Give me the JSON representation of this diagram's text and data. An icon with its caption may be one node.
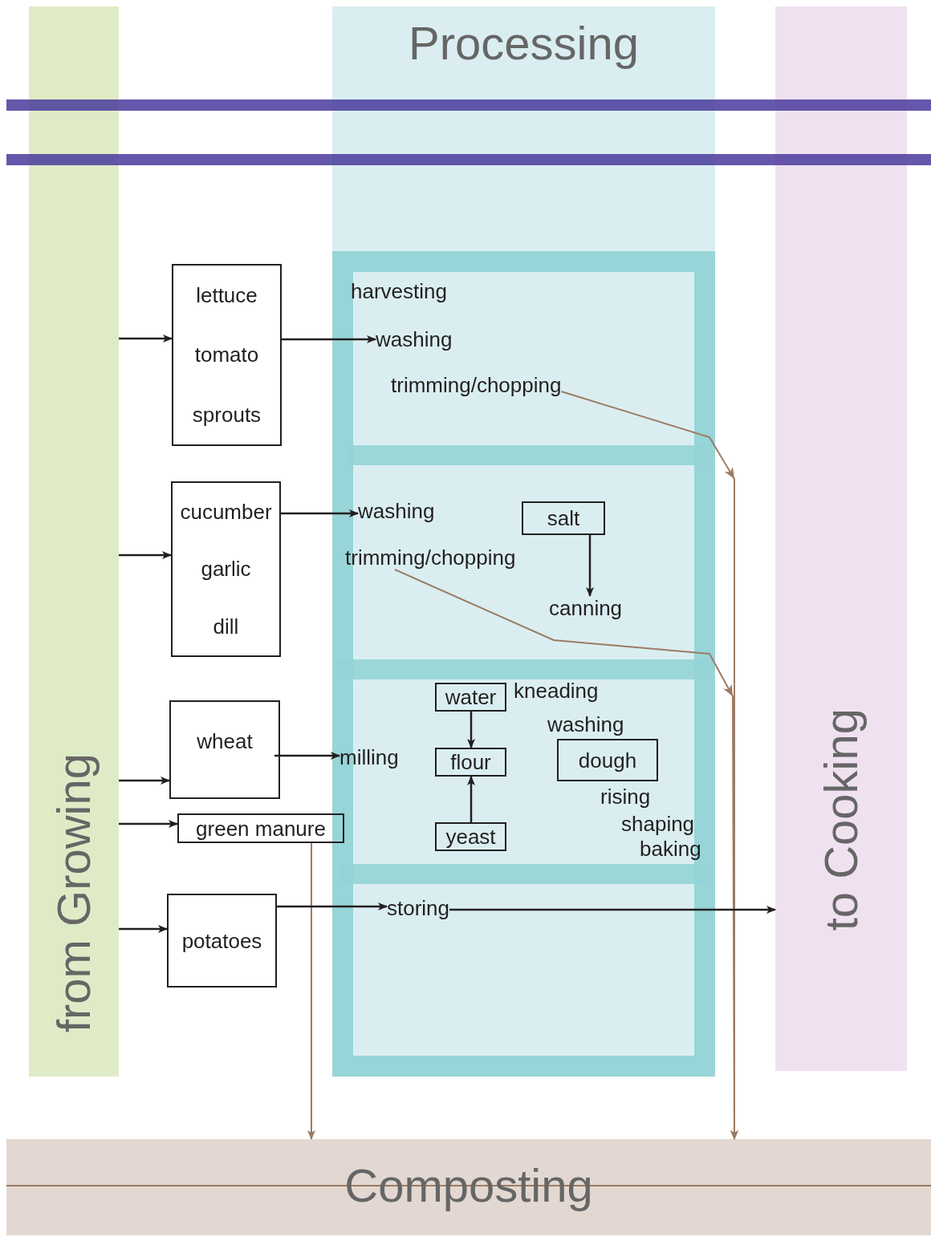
{
  "diagram": {
    "nodes": [
      {
        "text": [
          "from Growing"
        ]
      },
      {
        "text": [
          "Processing"
        ]
      },
      {
        "text": [
          "to Cooking"
        ]
      },
      {
        "text": [
          "Composting"
        ]
      },
      {
        "text": [],
        "shape": "box",
        "in": 1
      },
      {
        "text": [
          "lettuce",
          "tomato",
          "sprouts"
        ]
      },
      {
        "text": [
          "washing"
        ],
        "in": 4
      },
      {
        "text": [
          "trimming/chopping"
        ],
        "in": 4
      },
      {
        "text": [
          "cucumber",
          "garlic",
          "dill"
        ]
      },
      {
        "text": [
          "washing"
        ],
        "in": 4
      },
      {
        "text": [
          "salt"
        ],
        "in": 4
      },
      {
        "text": [
          "trimming/chopping"
        ],
        "in": 4
      },
      {
        "text": [
          "canning"
        ],
        "in": 4
      },
      {
        "text": [
          "wheat"
        ]
      },
      {
        "text": [
          "water"
        ],
        "in": 4
      },
      {
        "text": [
          "milling"
        ],
        "in": 4
      },
      {
        "text": [
          "flour"
        ],
        "in": 4
      },
      {
        "text": [
          "dough"
        ],
        "in": 4
      },
      {
        "text": [
          "green manure"
        ]
      },
      {
        "text": [
          "yeast"
        ],
        "in": 4
      },
      {
        "text": [
          "potatoes"
        ]
      },
      {
        "text": [
          "storing"
        ],
        "in": 4
      },
      {
        "text": [],
        "shape": "bar",
        "in": 4
      },
      {
        "text": [],
        "shape": "bar",
        "in": 4
      },
      {
        "text": [],
        "shape": "bar",
        "in": 4
      },
      {
        "text": [],
        "shape": "bar"
      },
      {
        "text": [],
        "shape": "bar"
      }
    ],
    "edges": [
      {
        "from": 0,
        "to": 5,
        "arrow": "to"
      },
      {
        "from": 5,
        "to": 6,
        "arrow": "to"
      },
      {
        "from": 7,
        "to": 3,
        "arrow": "to",
        "color": "#9b7b63"
      },
      {
        "from": 0,
        "to": 8,
        "arrow": "to"
      },
      {
        "from": 8,
        "to": 9,
        "arrow": "to"
      },
      {
        "from": 10,
        "to": 12,
        "arrow": "to"
      },
      {
        "from": 11,
        "to": 3,
        "arrow": "to",
        "color": "#9b7b63"
      },
      {
        "from": 0,
        "to": 13,
        "arrow": "to"
      },
      {
        "from": 13,
        "to": 15,
        "arrow": "to"
      },
      {
        "from": 14,
        "to": 16,
        "arrow": "to"
      },
      {
        "from": 19,
        "to": 16,
        "arrow": "to"
      },
      {
        "from": 0,
        "to": 18,
        "arrow": "to"
      },
      {
        "from": 18,
        "to": 3,
        "arrow": "to",
        "color": "#9b7b63"
      },
      {
        "from": 0,
        "to": 20,
        "arrow": "to"
      },
      {
        "from": 20,
        "to": 21,
        "arrow": "to"
      },
      {
        "from": 21,
        "to": 2,
        "arrow": "to"
      }
    ],
    "labels": [
      "harvesting",
      "kneading",
      "washing",
      "rising",
      "shaping",
      "baking"
    ]
  }
}
